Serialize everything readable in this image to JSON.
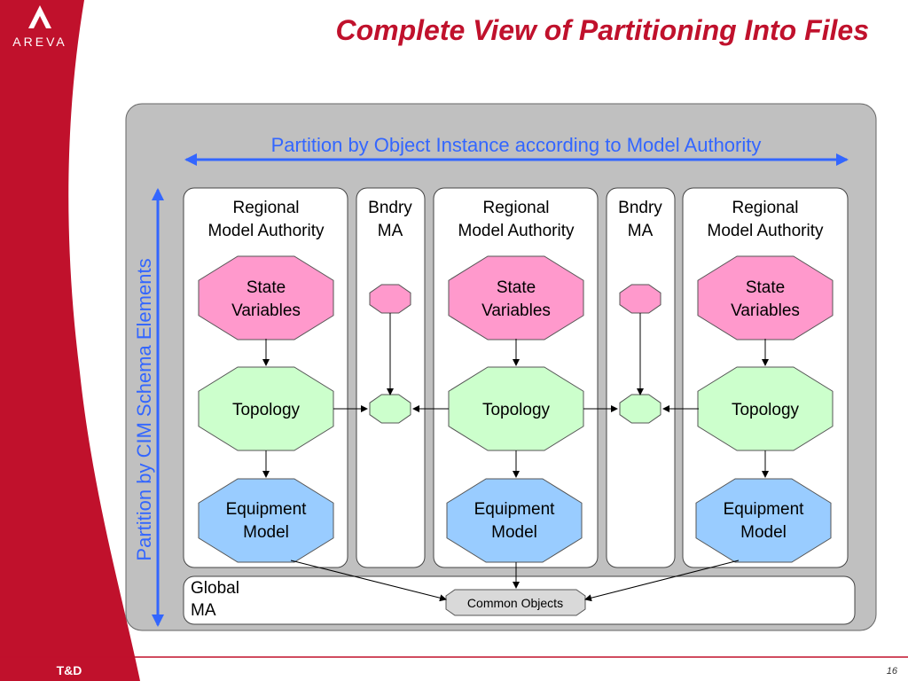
{
  "slide": {
    "brand": "AREVA",
    "title": "Complete View of Partitioning Into Files",
    "footer_left": "T&D",
    "page_number": "16"
  },
  "diagram": {
    "horizontal_label": "Partition by Object Instance according to Model Authority",
    "vertical_label": "Partition by CIM Schema Elements",
    "regional": {
      "header_line1": "Regional",
      "header_line2": "Model Authority"
    },
    "boundary": {
      "header_line1": "Bndry",
      "header_line2": "MA"
    },
    "state_variables": {
      "line1": "State",
      "line2": "Variables"
    },
    "topology": "Topology",
    "equipment_model": {
      "line1": "Equipment",
      "line2": "Model"
    },
    "global": {
      "line1": "Global",
      "line2": "MA"
    },
    "common_objects": "Common Objects",
    "colors": {
      "state_variables": "#ff99cc",
      "topology": "#ccffcc",
      "equipment_model": "#99ccff",
      "brand_red": "#c0112c",
      "arrow_blue": "#3366ff"
    }
  }
}
